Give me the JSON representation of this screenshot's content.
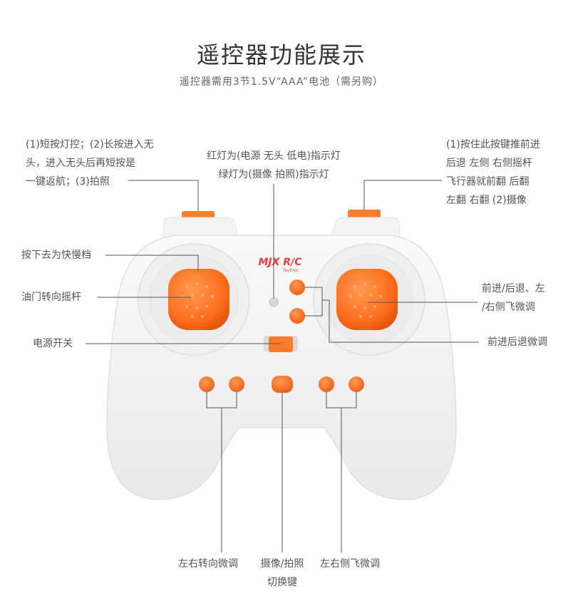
{
  "header": {
    "title": "遥控器功能展示",
    "subtitle": "遥控器需用3节1.5V“AAA”电池（需另购）"
  },
  "logo": {
    "brand": "MJX R/C",
    "tagline": "Technic"
  },
  "controller": {
    "colors": {
      "body": "#f3f3f3",
      "accent": "#ff7a2a",
      "accent_dark": "#e85e10",
      "line": "#555555"
    }
  },
  "annotations": {
    "left_shoulder": [
      "(1)短按灯控；(2)长按进入无",
      "头，进入无头后再短按是",
      "一键返航；(3)拍照"
    ],
    "led": [
      "红灯为(电源 无头 低电)指示灯",
      "绿灯为(摄像 拍照)指示灯"
    ],
    "right_shoulder": [
      "(1)按住此按键推前进",
      "后退 左侧 右侧摇杆",
      "飞行器就前翻 后翻",
      "左翻 右翻 (2)摄像"
    ],
    "speed": "按下去为快慢档",
    "throttle": "油门转向摇杆",
    "direction": [
      "前进/后退、左",
      "/右侧飞微调"
    ],
    "power": "电源开关",
    "fb_trim": "前进后退微调",
    "yaw_trim": "左右转向微调",
    "camera": [
      "摄像/拍照",
      "切换键"
    ],
    "side_trim": "左右侧飞微调"
  }
}
